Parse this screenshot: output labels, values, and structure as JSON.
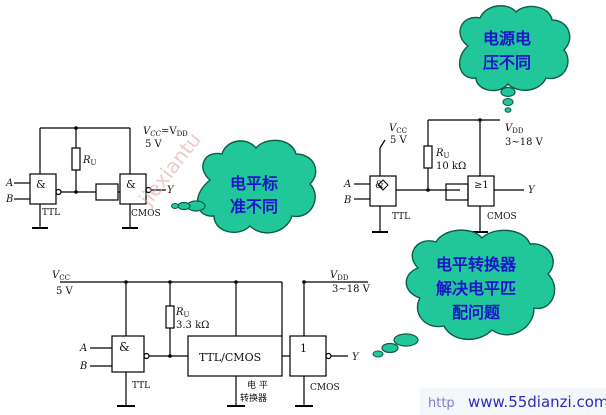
{
  "colors": {
    "wire": "#000000",
    "cloud_fill": "#21c79b",
    "cloud_stroke": "#0c5d46",
    "cloud_text": "#1a16c8",
    "watermark": "#2c2cb8",
    "stamp": "#e0a0a0"
  },
  "top_left": {
    "vcc": "V",
    "vcc_sub": "CC",
    "vdd_eq": "=V",
    "vdd_sub": "DD",
    "volt": "5 V",
    "ru": "R",
    "ru_sub": "U",
    "in_a": "A",
    "in_b": "B",
    "out_y": "Y",
    "ttl_symbol": "&",
    "ttl_label": "TTL",
    "cmos_symbol": "&",
    "cmos_label": "CMOS"
  },
  "top_right": {
    "vcc": "V",
    "vcc_sub": "CC",
    "vcc_volt": "5 V",
    "vdd": "V",
    "vdd_sub": "DD",
    "vdd_volt": "3~18 V",
    "ru": "R",
    "ru_sub": "U",
    "ru_val": "10 kΩ",
    "in_a": "A",
    "in_b": "B",
    "out_y": "Y",
    "ttl_symbol": "&",
    "ttl_label": "TTL",
    "cmos_symbol": "≥1",
    "cmos_label": "CMOS"
  },
  "bottom": {
    "vcc": "V",
    "vcc_sub": "CC",
    "vcc_volt": "5 V",
    "vdd": "V",
    "vdd_sub": "DD",
    "vdd_volt": "3~18 V",
    "ru": "R",
    "ru_sub": "U",
    "ru_val": "3.3 kΩ",
    "in_a": "A",
    "in_b": "B",
    "out_y": "Y",
    "ttl_symbol": "&",
    "ttl_label": "TTL",
    "converter": "TTL/CMOS",
    "converter_label_1": "电 平",
    "converter_label_2": "转换器",
    "cmos_symbol": "1",
    "cmos_label": "CMOS"
  },
  "clouds": {
    "supply_line1": "电源电",
    "supply_line2": "压不同",
    "level_line1": "电平标",
    "level_line2": "准不同",
    "solve_line1": "电平转换器",
    "solve_line2": "解决电平匹",
    "solve_line3": "配问题"
  },
  "watermark": {
    "site": "www.55dianzi.com",
    "site_prefix": "http",
    "stamp": "jiexiantu"
  }
}
